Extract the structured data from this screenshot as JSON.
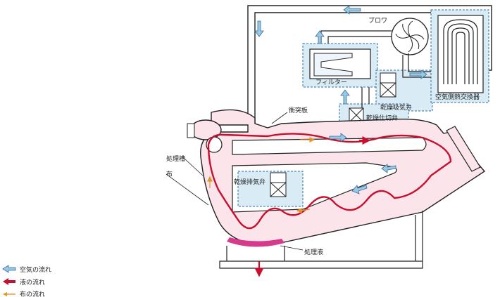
{
  "labels": {
    "blower": "ブロワ",
    "filter": "フィルター",
    "air_heat_exchanger": "空気側熱交換器",
    "dry_intake_valve": "乾燥吸気弁",
    "dry_partition_valve": "乾燥仕切弁",
    "baffle_plate": "衝突板",
    "treatment_tank": "処理槽",
    "cloth": "布",
    "dry_exhaust_valve": "乾燥排気弁",
    "treatment_liquid": "処理液"
  },
  "legend": [
    {
      "label": "空気の流れ",
      "color": "#2f6fa0"
    },
    {
      "label": "液の流れ",
      "color": "#c0182c"
    },
    {
      "label": "布の流れ",
      "color": "#e0962a"
    }
  ],
  "colors": {
    "air_blue": "#2f6fa0",
    "air_fill": "#d9ecf6",
    "tank_fill": "#fbe4ea",
    "liquid_red": "#c8102e",
    "liquid_pool": "#d63a8a",
    "cloth_orange": "#e0962a",
    "outline": "#222222"
  }
}
